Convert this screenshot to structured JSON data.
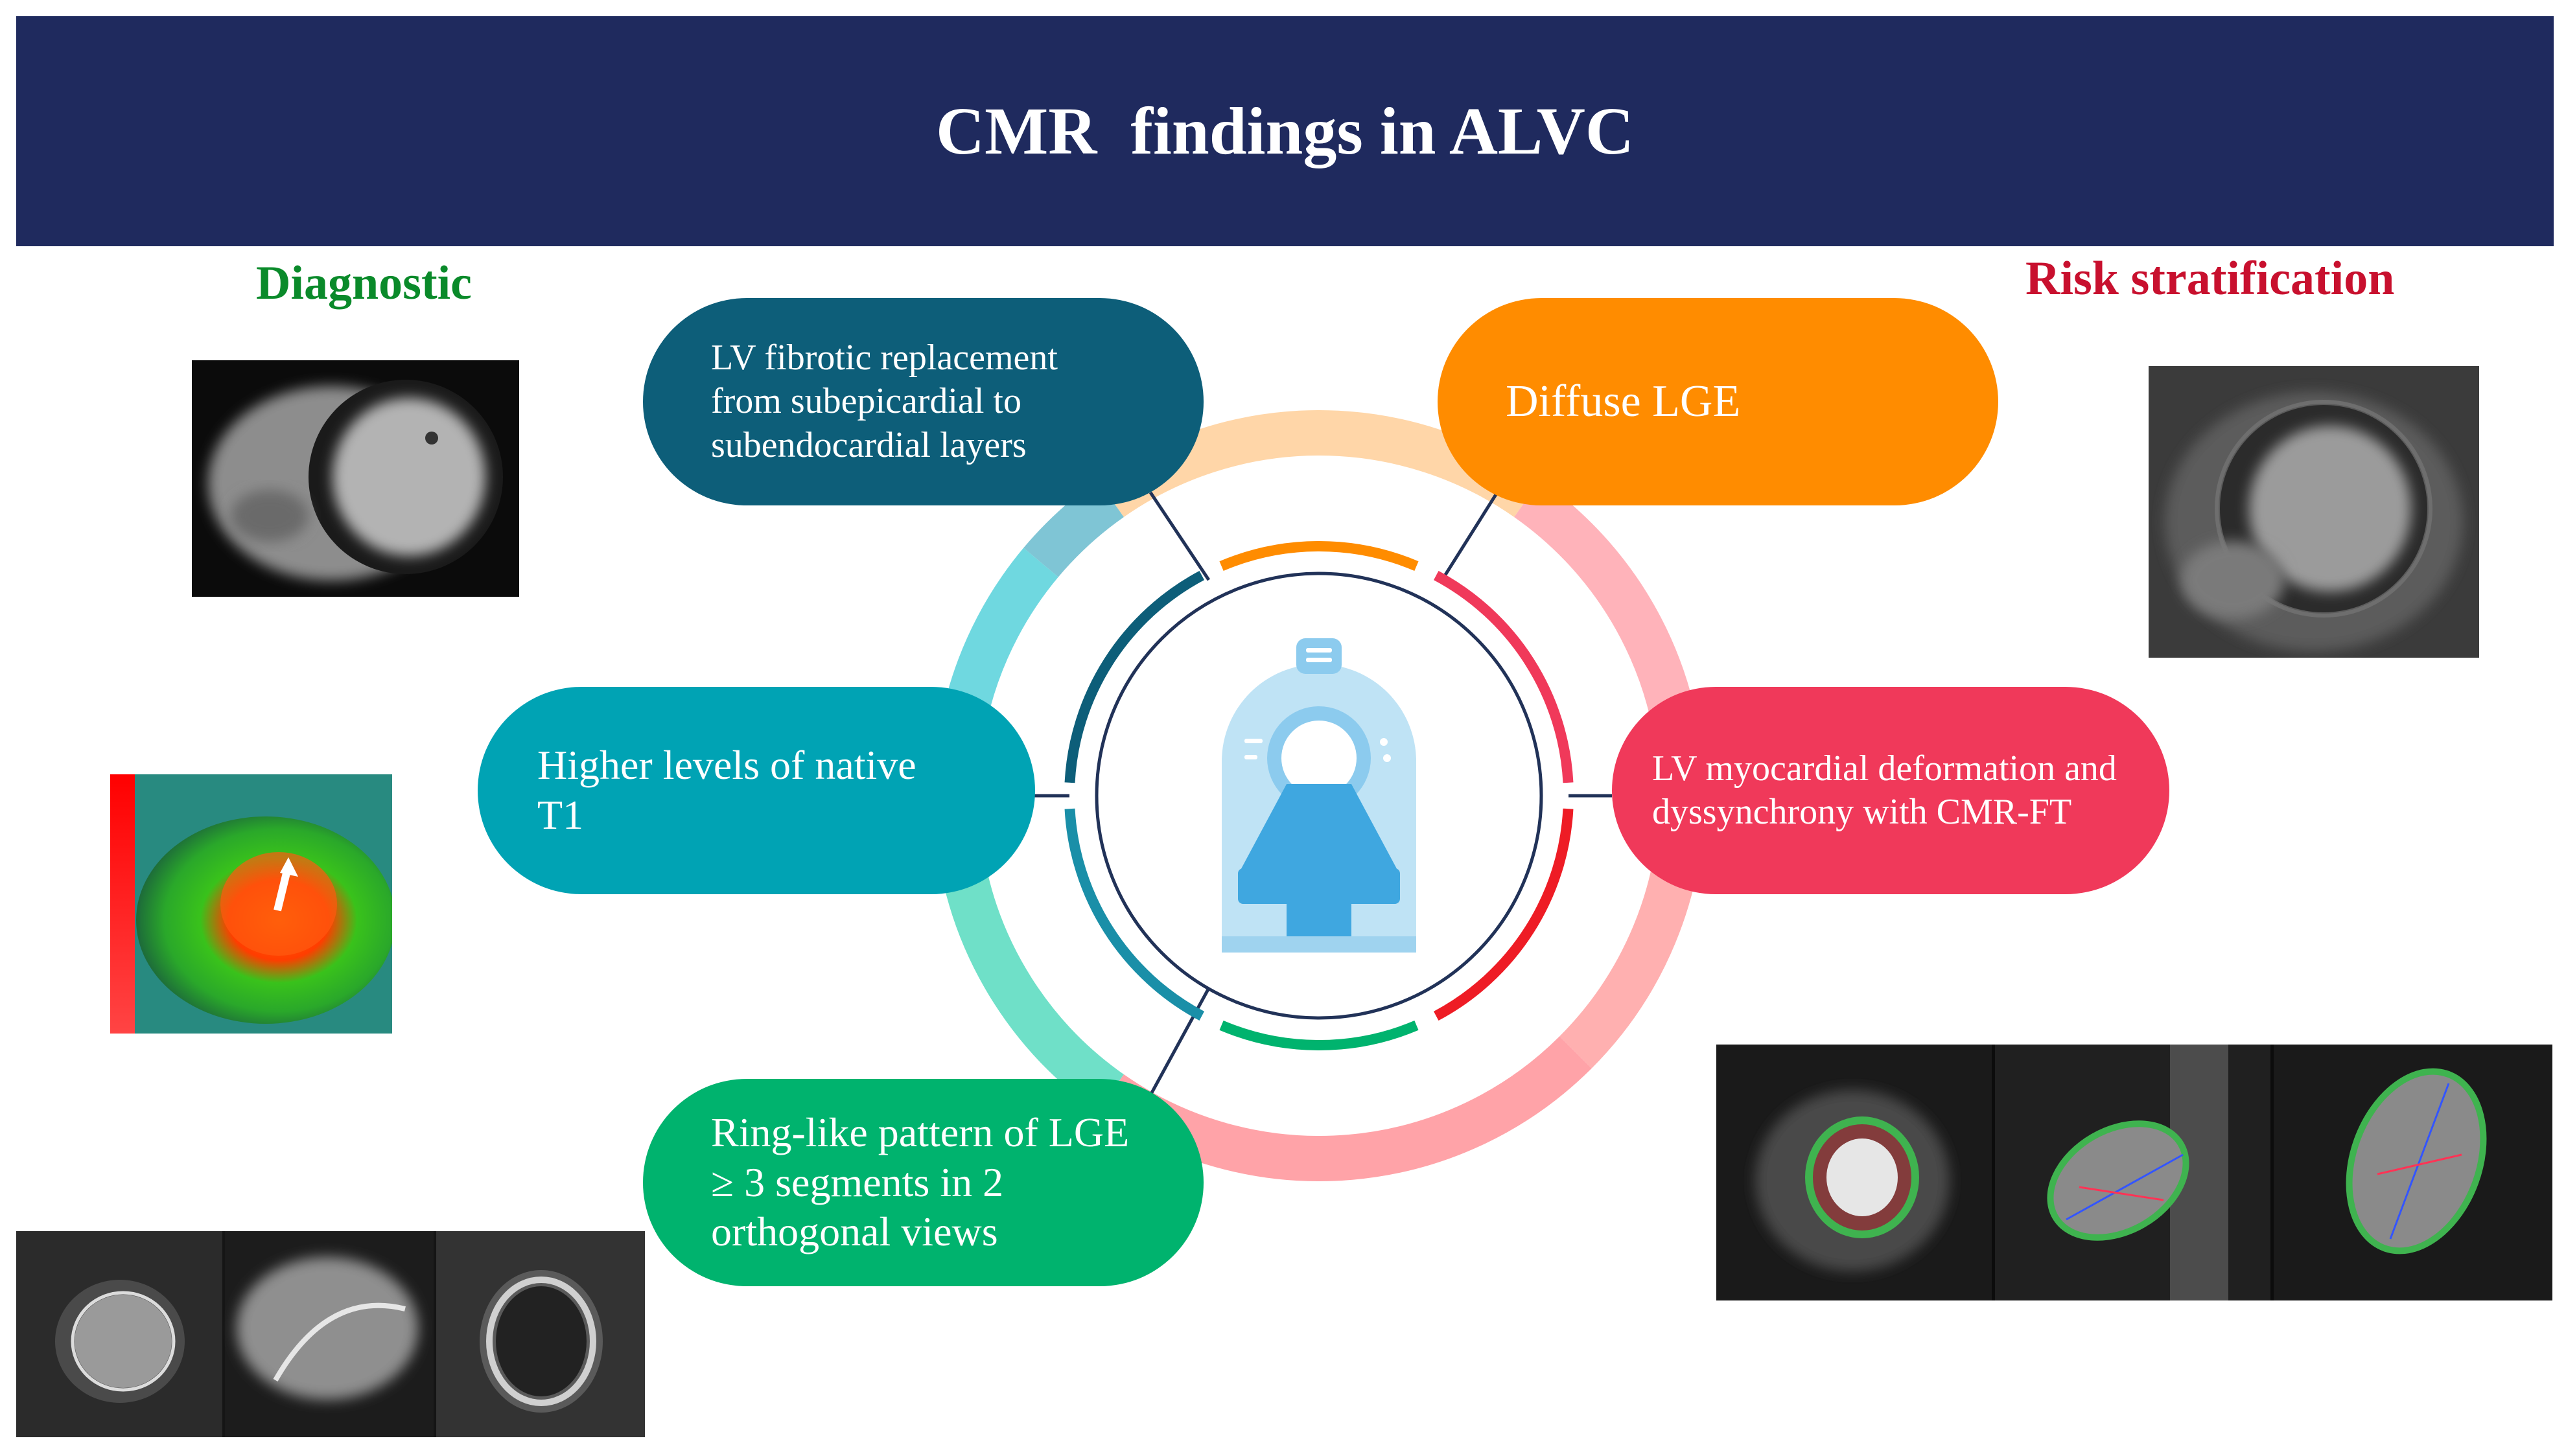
{
  "header": {
    "title": "CMR  findings in ALVC"
  },
  "left_heading": {
    "text": "Diagnostic",
    "color": "#0a8a2a"
  },
  "right_heading": {
    "text": "Risk stratification",
    "color": "#c8102e"
  },
  "center_icon": "mri-scanner-icon",
  "findings": [
    {
      "id": "fibrotic",
      "lines": [
        "LV fibrotic replacement",
        "from subepicardial to",
        "subendocardial layers"
      ],
      "color": "#0d5e79",
      "group": "Diagnostic"
    },
    {
      "id": "diffuse-lge",
      "lines": [
        "Diffuse LGE"
      ],
      "color": "#ff8c00",
      "group": "Risk stratification"
    },
    {
      "id": "native-t1",
      "lines": [
        "Higher levels of native",
        "T1"
      ],
      "color": "#00a3b4",
      "group": "Diagnostic"
    },
    {
      "id": "deformation",
      "lines": [
        "LV myocardial deformation and",
        "dyssynchrony with CMR-FT"
      ],
      "color": "#f0395a",
      "group": "Risk stratification"
    },
    {
      "id": "ring-like",
      "lines": [
        "Ring-like pattern of LGE",
        "≥ 3 segments in 2",
        "orthogonal views"
      ],
      "color": "#00b36e",
      "group": "Diagnostic"
    }
  ],
  "images": [
    {
      "id": "lge-short-axis",
      "icon": "cardiac-mri-short-axis-image"
    },
    {
      "id": "t1-map",
      "icon": "t1-mapping-image"
    },
    {
      "id": "ring-lge-views",
      "icon": "cardiac-mri-three-views-image"
    },
    {
      "id": "risk-lge",
      "icon": "cardiac-mri-risk-image"
    },
    {
      "id": "feature-tracking",
      "icon": "cmr-feature-tracking-image"
    }
  ]
}
